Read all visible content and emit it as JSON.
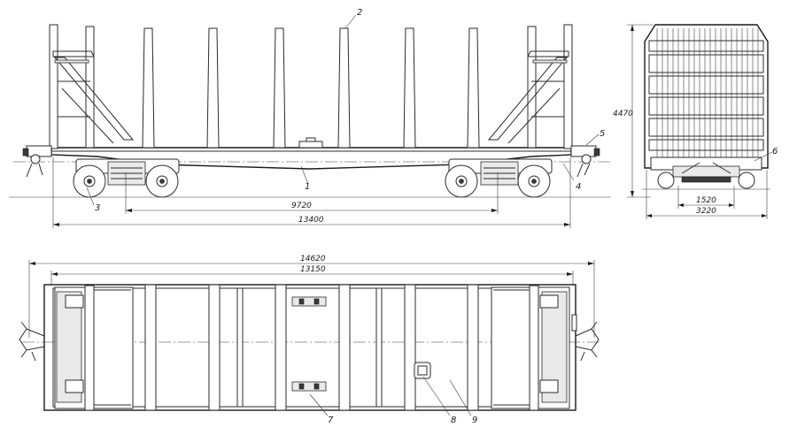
{
  "dimensions": {
    "bogie_centers": "9720",
    "length_couplers_side": "13400",
    "height": "4470",
    "track_gauge": "1520",
    "overall_width": "3220",
    "overall_length_top": "14620",
    "frame_length_top": "13150"
  },
  "callouts": {
    "c1": "1",
    "c2": "2",
    "c3": "3",
    "c4": "4",
    "c5": "5",
    "c6": "6",
    "c7": "7",
    "c8": "8",
    "c9": "9"
  }
}
